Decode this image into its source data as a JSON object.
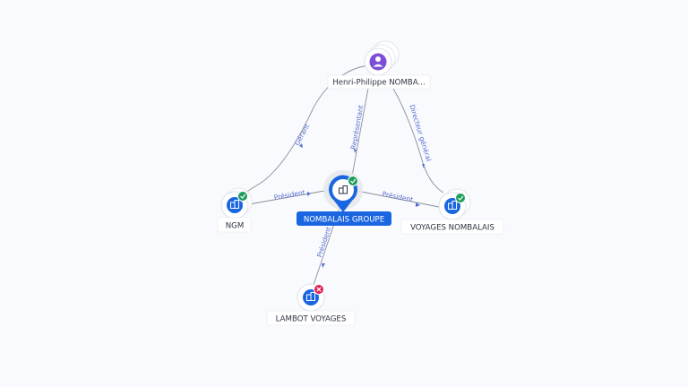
{
  "colors": {
    "company_blue": "#1a66e0",
    "person_purple": "#7b4fd6",
    "status_active": "#1f9e5a",
    "status_closed": "#e01e4f",
    "edge_label": "#5a6fd1"
  },
  "nodes": {
    "person": {
      "label": "Henri-Philippe NOMBA...",
      "icon": "person-icon"
    },
    "center": {
      "label": "NOMBALAIS GROUPE",
      "icon": "building-icon",
      "status": "active"
    },
    "ngm": {
      "label": "NGM",
      "icon": "building-icon",
      "status": "active"
    },
    "voyages": {
      "label": "VOYAGES NOMBALAIS",
      "icon": "building-icon",
      "status": "active"
    },
    "lambot": {
      "label": "LAMBOT VOYAGES",
      "icon": "building-icon",
      "status": "closed"
    }
  },
  "edges": {
    "gerant": "Gérant",
    "representant": "Représentant",
    "directeur": "Directeur général",
    "president_ngm": "Président",
    "president_voyages": "Président",
    "president_lambot": "Président"
  }
}
